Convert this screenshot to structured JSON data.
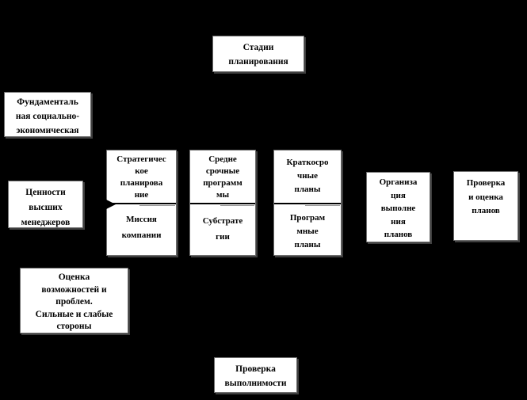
{
  "diagram": {
    "background": "#000000",
    "box_fill": "#ffffff",
    "text_color": "#000000",
    "boxes": {
      "stages": {
        "lines": [
          "Стадии",
          "планирования"
        ]
      },
      "fundamental": {
        "lines": [
          "Фундаменталь",
          "ная социально-",
          "экономическая"
        ]
      },
      "manager_values": {
        "lines": [
          "Ценности",
          "высших",
          "менеджеров"
        ]
      },
      "strategic": {
        "top": [
          "Стратегичес",
          "кое",
          "планирова",
          "ние"
        ],
        "bottom": [
          "Миссия",
          "компании"
        ]
      },
      "medium_term": {
        "top": [
          "Средне",
          "срочные",
          "программ",
          "мы"
        ],
        "bottom": [
          "Субстрате",
          "гии"
        ]
      },
      "short_term": {
        "top": [
          "Краткосро",
          "чные",
          "планы"
        ],
        "bottom": [
          "Програм",
          "мные",
          "планы"
        ]
      },
      "organization": {
        "lines": [
          "Организа",
          "ция",
          "выполне",
          "ния",
          "планов"
        ]
      },
      "check_evaluate": {
        "lines": [
          "Проверка",
          "и оценка",
          "планов"
        ]
      },
      "assessment": {
        "lines": [
          "Оценка",
          "возможностей и",
          "проблем.",
          "Сильные и слабые",
          "стороны"
        ]
      },
      "feasibility": {
        "lines": [
          "Проверка",
          "выполнимости"
        ]
      }
    },
    "icons": {
      "connector_arrow": "right-arrowhead"
    }
  }
}
